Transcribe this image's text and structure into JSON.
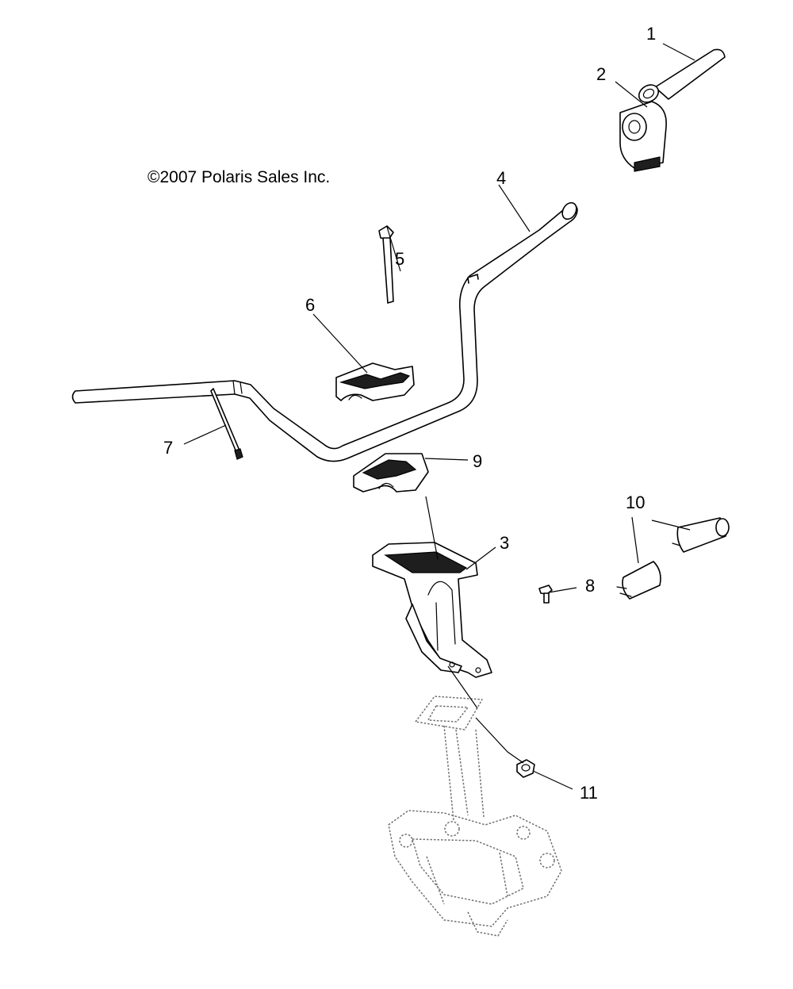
{
  "copyright": "©2007 Polaris Sales Inc.",
  "callouts": {
    "c1": "1",
    "c2": "2",
    "c3": "3",
    "c4": "4",
    "c5": "5",
    "c6": "6",
    "c7": "7",
    "c8": "8",
    "c9": "9",
    "c10": "10",
    "c11": "11"
  }
}
